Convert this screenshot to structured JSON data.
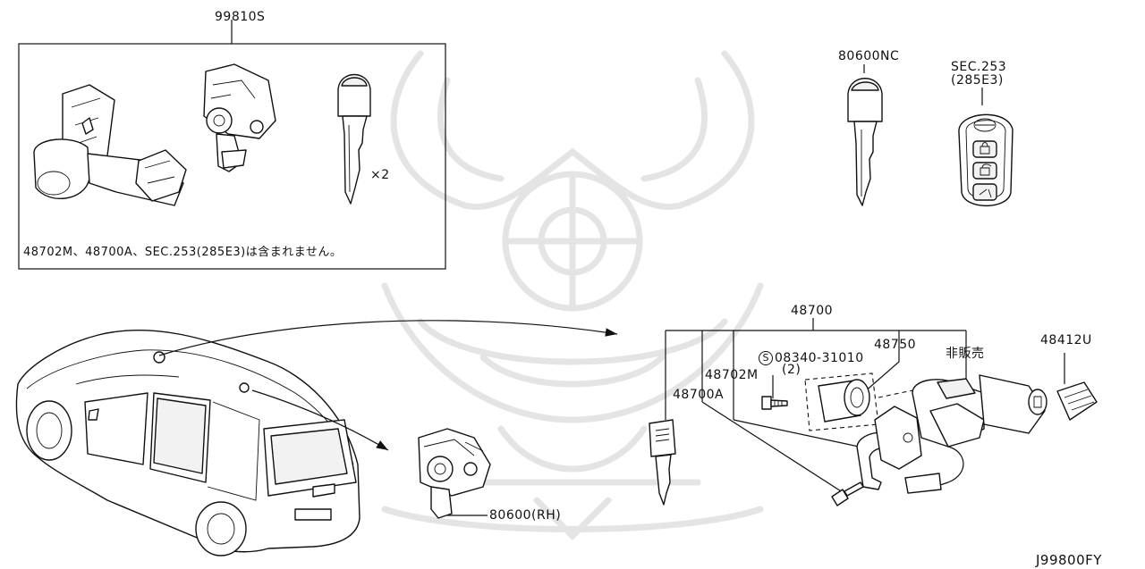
{
  "diagram": {
    "kit_box": {
      "part_number": "99810S",
      "note": "48702M、48700A、SEC.253(285E3)は含まれません。",
      "key_quantity": "×2"
    },
    "labels": {
      "key_blank": "80600NC",
      "smart_key_sec": "SEC.253",
      "smart_key_ref": "(285E3)",
      "ignition_assembly": "48700",
      "bolt_part": "08340-31010",
      "bolt_symbol": "S",
      "bolt_qty": "(2)",
      "sensor": "48750",
      "bracket": "48702M",
      "key": "48700A",
      "not_sold": "非販売",
      "cover": "48412U",
      "door_lock": "80600(RH)",
      "diagram_code": "J99800FY"
    }
  }
}
